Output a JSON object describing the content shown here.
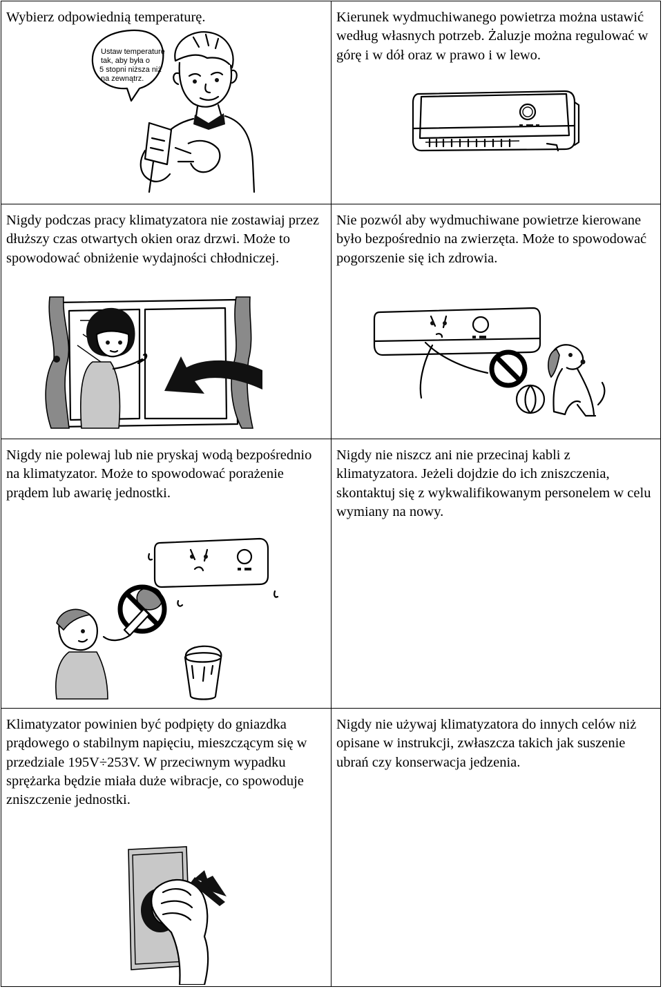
{
  "cells": [
    {
      "id": "temperature",
      "text": "Wybierz odpowiednią temperaturę.",
      "bubble": "Ustaw temperaturę\ntak, aby była o\n5 stopni niższa niż\nna zewnątrz."
    },
    {
      "id": "airflow",
      "text": "Kierunek wydmuchiwanego powietrza można ustawić według własnych potrzeb. Żaluzje można regulować w górę i w dół oraz w prawo i w lewo."
    },
    {
      "id": "windows",
      "text": "Nigdy podczas pracy klimatyzatora nie zostawiaj przez dłuższy czas otwartych okien oraz drzwi. Może to spowodować obniżenie wydajności chłodniczej."
    },
    {
      "id": "animals",
      "text": "Nie pozwól aby wydmuchiwane powietrze kierowane było bezpośrednio na zwierzęta. Może to spowodować pogorszenie się ich zdrowia."
    },
    {
      "id": "water",
      "text": "Nigdy nie polewaj lub nie pryskaj wodą bezpośrednio na klimatyzator. Może to spowodować porażenie prądem lub awarię jednostki."
    },
    {
      "id": "cables",
      "text": "Nigdy nie niszcz ani nie przecinaj kabli z klimatyzatora. Jeżeli dojdzie do ich zniszczenia, skontaktuj się z wykwalifikowanym personelem w celu wymiany na nowy."
    },
    {
      "id": "power",
      "text": "Klimatyzator powinien być podpięty do gniazdka prądowego o stabilnym napięciu, mieszczącym się w przedziale 195V÷253V. W przeciwnym wypadku sprężarka będzie miała duże wibracje, co spowoduje zniszczenie jednostki."
    },
    {
      "id": "usage",
      "text": "Nigdy nie używaj klimatyzatora do innych celów niż opisane w instrukcji, zwłaszcza takich jak suszenie ubrań czy konserwacja jedzenia."
    }
  ]
}
